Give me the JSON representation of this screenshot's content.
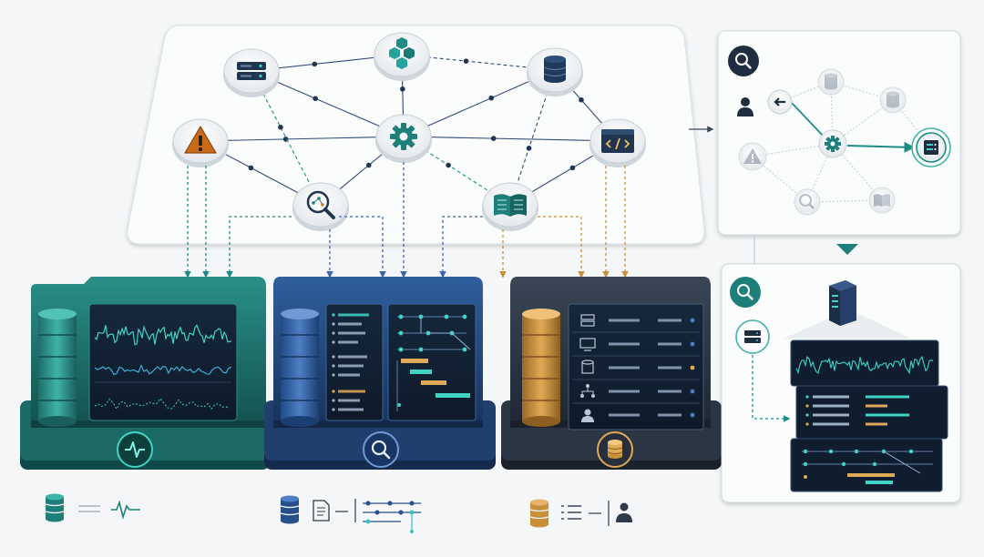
{
  "colors": {
    "background": "#f4f6f7",
    "teal": "#1e7f7a",
    "teal_dark": "#14514e",
    "blue": "#27508a",
    "blue_dark": "#1b355f",
    "slate": "#2f3a4a",
    "gold": "#c8903a",
    "cyan_line": "#39c2c0",
    "panel_border": "#d6dbe0",
    "alert": "#c96a1b"
  },
  "network": {
    "nodes": [
      {
        "id": "server",
        "icon": "server-icon"
      },
      {
        "id": "cubes",
        "icon": "cubes-icon"
      },
      {
        "id": "database",
        "icon": "database-icon"
      },
      {
        "id": "alert",
        "icon": "alert-icon"
      },
      {
        "id": "gear",
        "icon": "gear-icon"
      },
      {
        "id": "code",
        "icon": "code-window-icon"
      },
      {
        "id": "analytics",
        "icon": "magnifier-analytics-icon"
      },
      {
        "id": "book",
        "icon": "open-book-icon"
      }
    ],
    "edges": [
      [
        "server",
        "cubes"
      ],
      [
        "cubes",
        "database"
      ],
      [
        "server",
        "gear"
      ],
      [
        "cubes",
        "gear"
      ],
      [
        "database",
        "gear"
      ],
      [
        "alert",
        "gear"
      ],
      [
        "gear",
        "code"
      ],
      [
        "gear",
        "analytics"
      ],
      [
        "gear",
        "book"
      ],
      [
        "alert",
        "analytics"
      ],
      [
        "server",
        "analytics"
      ],
      [
        "database",
        "code"
      ],
      [
        "book",
        "database"
      ],
      [
        "code",
        "book"
      ]
    ]
  },
  "modules": [
    {
      "id": "monitoring",
      "theme": "teal",
      "badge_icon": "pulse-icon"
    },
    {
      "id": "search",
      "theme": "blue",
      "badge_icon": "search-icon"
    },
    {
      "id": "catalog",
      "theme": "slate",
      "badge_icon": "database-icon"
    }
  ],
  "catalog_row_icons": [
    "server-icon",
    "monitor-icon",
    "database-icon",
    "hierarchy-icon",
    "user-icon"
  ],
  "legend_icons": {
    "monitoring": [
      "database-icon",
      "pulse-icon"
    ],
    "search": [
      "database-icon",
      "document-icon",
      "timeline-icon"
    ],
    "catalog": [
      "database-icon",
      "list-icon",
      "user-icon"
    ]
  },
  "side_panel_icons": {
    "top": [
      "search-icon",
      "user-icon",
      "arrow-left-icon",
      "database-icon",
      "gear-icon",
      "server-target-icon",
      "alert-icon",
      "magnifier-analytics-icon",
      "open-book-icon"
    ],
    "bottom": [
      "search-icon",
      "server-tower-icon",
      "server-icon"
    ]
  }
}
